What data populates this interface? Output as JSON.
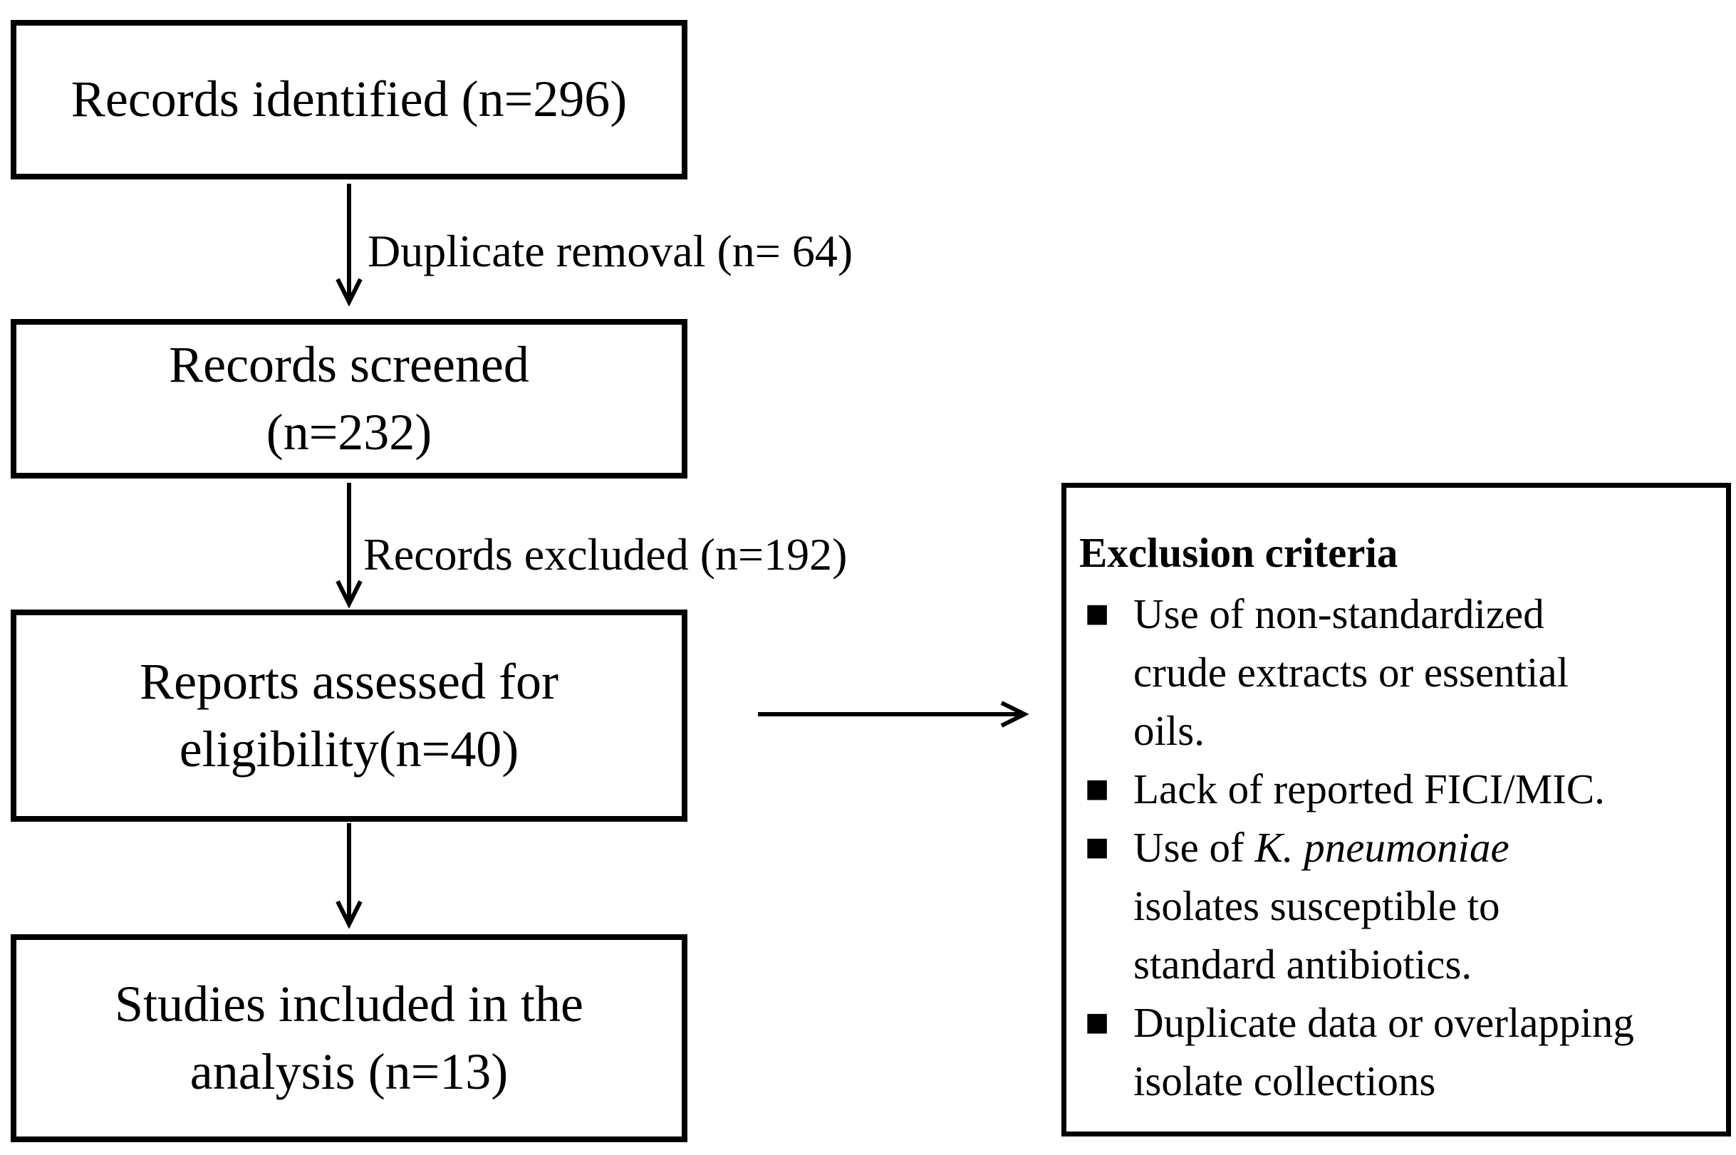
{
  "figure": {
    "background": "#ffffff",
    "ink": "#000000"
  },
  "flow": {
    "boxes": [
      {
        "lines": [
          "Records identified (n=296)"
        ]
      },
      {
        "lines": [
          "Records screened",
          "(n=232)"
        ]
      },
      {
        "lines": [
          "Reports assessed for",
          "eligibility(n=40)"
        ]
      },
      {
        "lines": [
          "Studies included in the",
          "analysis (n=13)"
        ]
      }
    ],
    "arrow_labels": [
      "Duplicate removal (n= 64)",
      "Records excluded (n=192)"
    ]
  },
  "exclusion": {
    "title": "Exclusion criteria",
    "bullet_char": "■",
    "items": [
      {
        "lines": [
          "Use of non-standardized",
          "crude extracts or essential",
          "oils."
        ]
      },
      {
        "lines": [
          "Lack of reported FICI/MIC."
        ]
      },
      {
        "lead": "Use of ",
        "italic": "K. pneumoniae",
        "lines": [
          "isolates susceptible to",
          "standard antibiotics."
        ]
      },
      {
        "lines": [
          "Duplicate data or overlapping",
          "isolate collections"
        ]
      }
    ]
  }
}
